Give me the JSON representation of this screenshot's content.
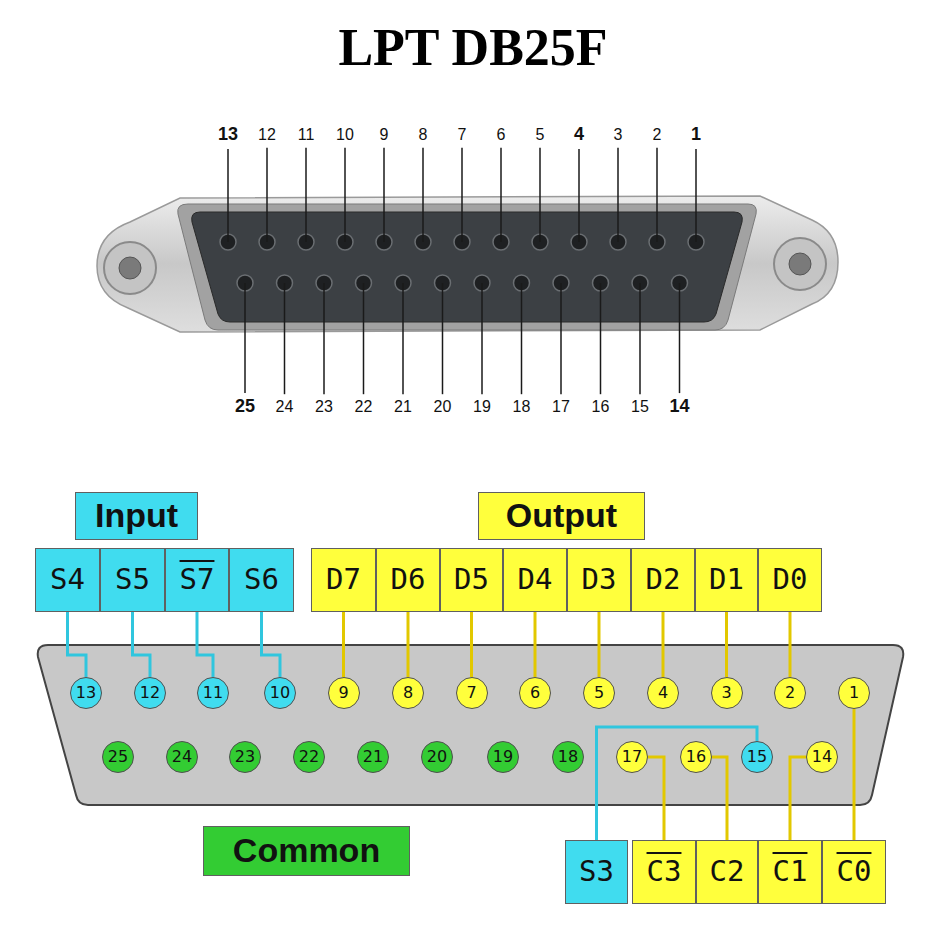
{
  "diagram": {
    "title": "LPT DB25F",
    "nodes": [
      {
        "text": [
          "Input"
        ]
      },
      {
        "text": [
          "Output"
        ]
      },
      {
        "text": [
          "S4"
        ]
      },
      {
        "text": [
          "S5"
        ]
      },
      {
        "text": [
          "S7"
        ]
      },
      {
        "text": [
          "S6"
        ]
      },
      {
        "text": [
          "D7"
        ]
      },
      {
        "text": [
          "D6"
        ]
      },
      {
        "text": [
          "D5"
        ]
      },
      {
        "text": [
          "D4"
        ]
      },
      {
        "text": [
          "D3"
        ]
      },
      {
        "text": [
          "D2"
        ]
      },
      {
        "text": [
          "D1"
        ]
      },
      {
        "text": [
          "D0"
        ]
      },
      {
        "text": [
          "13"
        ]
      },
      {
        "text": [
          "12"
        ]
      },
      {
        "text": [
          "11"
        ]
      },
      {
        "text": [
          "10"
        ]
      },
      {
        "text": [
          "9"
        ]
      },
      {
        "text": [
          "8"
        ]
      },
      {
        "text": [
          "7"
        ]
      },
      {
        "text": [
          "6"
        ]
      },
      {
        "text": [
          "5"
        ]
      },
      {
        "text": [
          "4"
        ]
      },
      {
        "text": [
          "3"
        ]
      },
      {
        "text": [
          "2"
        ]
      },
      {
        "text": [
          "1"
        ]
      },
      {
        "text": [
          "25"
        ]
      },
      {
        "text": [
          "24"
        ]
      },
      {
        "text": [
          "23"
        ]
      },
      {
        "text": [
          "22"
        ]
      },
      {
        "text": [
          "21"
        ]
      },
      {
        "text": [
          "20"
        ]
      },
      {
        "text": [
          "19"
        ]
      },
      {
        "text": [
          "18"
        ]
      },
      {
        "text": [
          "17"
        ]
      },
      {
        "text": [
          "16"
        ]
      },
      {
        "text": [
          "15"
        ]
      },
      {
        "text": [
          "14"
        ]
      },
      {
        "text": [
          "Common"
        ]
      },
      {
        "text": [
          "S3"
        ]
      },
      {
        "text": [
          "C3"
        ]
      },
      {
        "text": [
          "C2"
        ]
      },
      {
        "text": [
          "C1"
        ]
      },
      {
        "text": [
          "C0"
        ]
      }
    ],
    "edges": [
      {
        "from": 2,
        "to": 14,
        "arrow": "none"
      },
      {
        "from": 3,
        "to": 15,
        "arrow": "none"
      },
      {
        "from": 4,
        "to": 16,
        "arrow": "none"
      },
      {
        "from": 5,
        "to": 17,
        "arrow": "none"
      },
      {
        "from": 6,
        "to": 18,
        "arrow": "none"
      },
      {
        "from": 7,
        "to": 19,
        "arrow": "none"
      },
      {
        "from": 8,
        "to": 20,
        "arrow": "none"
      },
      {
        "from": 9,
        "to": 21,
        "arrow": "none"
      },
      {
        "from": 10,
        "to": 22,
        "arrow": "none"
      },
      {
        "from": 11,
        "to": 23,
        "arrow": "none"
      },
      {
        "from": 12,
        "to": 24,
        "arrow": "none"
      },
      {
        "from": 13,
        "to": 25,
        "arrow": "none"
      },
      {
        "from": 40,
        "to": 37,
        "arrow": "none"
      },
      {
        "from": 41,
        "to": 35,
        "arrow": "none"
      },
      {
        "from": 42,
        "to": 36,
        "arrow": "none"
      },
      {
        "from": 43,
        "to": 38,
        "arrow": "none"
      },
      {
        "from": 44,
        "to": 26,
        "arrow": "none"
      }
    ],
    "labels": [
      "13",
      "12",
      "11",
      "10",
      "9",
      "8",
      "7",
      "6",
      "5",
      "4",
      "3",
      "2",
      "1",
      "25",
      "24",
      "23",
      "22",
      "21",
      "20",
      "19",
      "18",
      "17",
      "16",
      "15",
      "14"
    ]
  }
}
